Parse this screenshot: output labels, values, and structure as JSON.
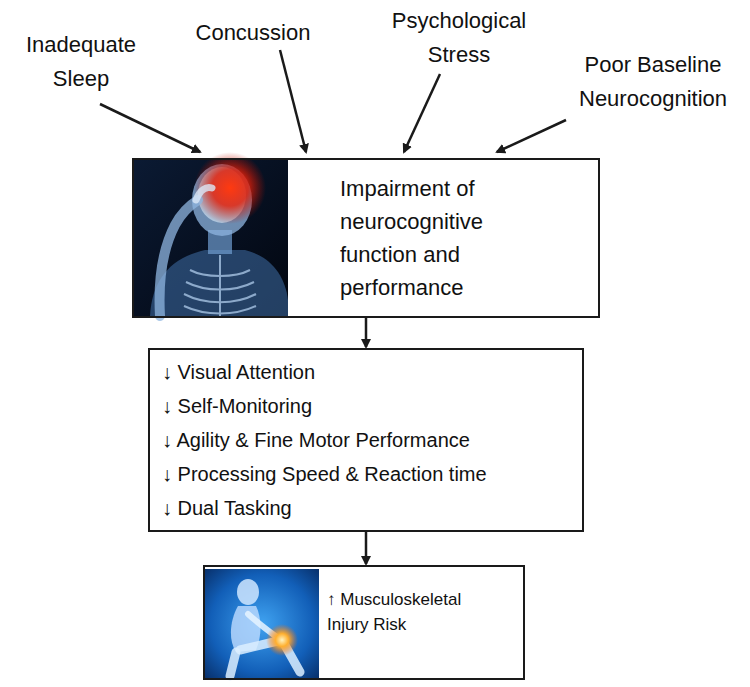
{
  "diagram": {
    "nodes": [
      {
        "text": [
          "Impairment of neurocognitive function and performance"
        ]
      },
      {
        "text": [
          "↓ Visual Attention",
          "↓ Self-Monitoring",
          "↓ Agility & Fine Motor Performance",
          "↓ Processing Speed & Reaction time",
          "↓ Dual Tasking"
        ]
      },
      {
        "text": [
          "↑ Musculoskeletal Injury Risk"
        ]
      }
    ],
    "edges": [
      {
        "from": 0,
        "to": 1,
        "arrow": "to"
      },
      {
        "from": 1,
        "to": 2,
        "arrow": "to"
      }
    ],
    "labels": [
      "Inadequate Sleep",
      "Concussion",
      "Psychological Stress",
      "Poor Baseline Neurocognition"
    ]
  }
}
